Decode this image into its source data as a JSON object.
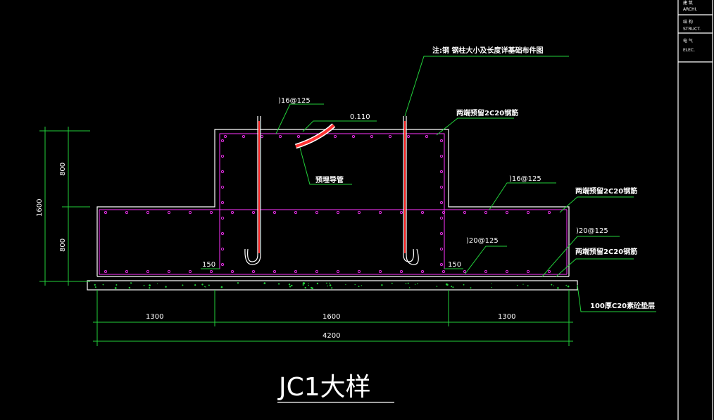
{
  "title_block": {
    "archi_cn": "建 筑",
    "archi_en": "ARCHI.",
    "struct_cn": "结 构",
    "struct_en": "STRUCT.",
    "elec_cn": "电 气",
    "elec_en": "ELEC."
  },
  "labels": {
    "anchor_note": "注:钢 钢柱大小及长度详基础布件图",
    "rebar_top": ")16@125",
    "elevation": "0.110",
    "pipe_note": "预埋导管",
    "cover_top": "两端预留2C20钢筋",
    "rebar_mid": ")16@125",
    "cover_mid": "两端预留2C20钢筋",
    "rebar_bottom": ")20@125",
    "cover_bottom": "两端预留2C20钢筋",
    "rebar_low": ")20@125",
    "offset_left": "150",
    "offset_right": "150",
    "bedding": "100厚C20素砼垫层"
  },
  "dimensions": {
    "left": "1300",
    "middle": "1600",
    "right": "1300",
    "total": "4200",
    "upper_height": "800",
    "lower_height": "800",
    "total_height": "1600"
  },
  "drawing_title": "JC1大样"
}
